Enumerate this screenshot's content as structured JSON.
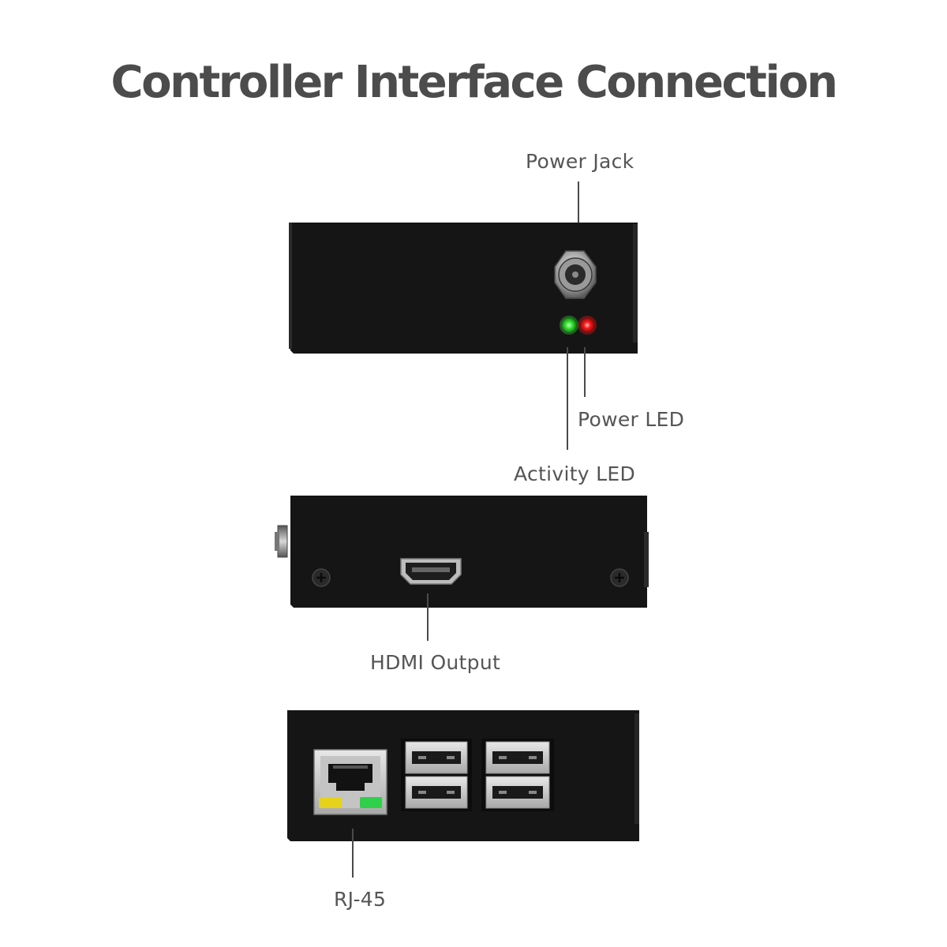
{
  "title": "Controller Interface Connection",
  "labels": {
    "power_jack": "Power Jack",
    "power_led": "Power LED",
    "activity_led": "Activity LED",
    "hdmi_output": "HDMI Output",
    "rj45": "RJ-45"
  },
  "colors": {
    "title": "#4c4c4c",
    "label": "#555555",
    "case": "#141414",
    "activity_led": "#3ee83a",
    "power_led": "#ff1a1a",
    "rj45_left_led": "#e6d21a",
    "rj45_right_led": "#2fd04a"
  },
  "icons": [
    "power-jack-icon",
    "led-icon",
    "hdmi-port-icon",
    "screw-icon",
    "rj45-port-icon",
    "usb-port-icon"
  ]
}
